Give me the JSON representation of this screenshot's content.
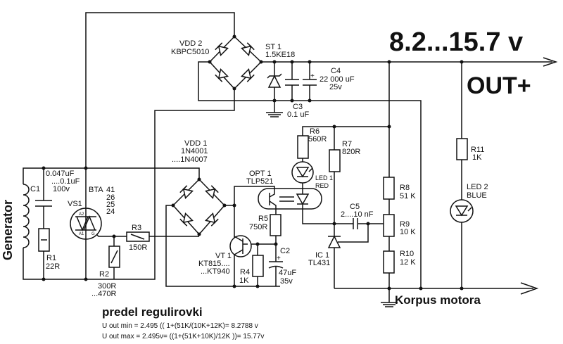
{
  "output": {
    "voltage_range": "8.2...15.7 v",
    "terminal": "OUT+"
  },
  "ground_label": "Korpus motora",
  "generator": "Generator",
  "components": {
    "C1": {
      "name": "C1",
      "value1": "0.047uF",
      "value2": "....0.1uF",
      "value3": "100v"
    },
    "R1": {
      "name": "R1",
      "value": "22R"
    },
    "VS1": {
      "name": "VS1",
      "type": "BTA",
      "variants": [
        "41",
        "26",
        "25",
        "24"
      ],
      "pin_a2": "A2",
      "pin_a1": "A1",
      "pin_g": "G"
    },
    "R2": {
      "name": "R2",
      "value1": "300R",
      "value2": "...470R"
    },
    "R3": {
      "name": "R3",
      "value": "150R"
    },
    "VDD2": {
      "name": "VDD 2",
      "value": "KBPC5010"
    },
    "ST1": {
      "name": "ST 1",
      "value": "1.5KE18"
    },
    "C3": {
      "name": "C3",
      "value": "0.1 uF"
    },
    "C4": {
      "name": "C4",
      "value1": "22 000 uF",
      "value2": "25v"
    },
    "VDD1": {
      "name": "VDD 1",
      "value1": "1N4001",
      "value2": "....1N4007"
    },
    "OPT1": {
      "name": "OPT 1",
      "value": "TLP521"
    },
    "R5": {
      "name": "R5",
      "value": "750R"
    },
    "VT1": {
      "name": "VT 1",
      "value1": "KT815....",
      "value2": "...KT940"
    },
    "R4": {
      "name": "R4",
      "value": "1K"
    },
    "C2": {
      "name": "C2",
      "value1": "47uF",
      "value2": "35v"
    },
    "R6": {
      "name": "R6",
      "value": "560R"
    },
    "LED1": {
      "name": "LED 1",
      "color": "RED"
    },
    "R7": {
      "name": "R7",
      "value": "820R"
    },
    "C5": {
      "name": "C5",
      "value": "2....10 nF"
    },
    "IC1": {
      "name": "IC 1",
      "value": "TL431"
    },
    "R8": {
      "name": "R8",
      "value": "51 K"
    },
    "R9": {
      "name": "R9",
      "value": "10 K"
    },
    "R10": {
      "name": "R10",
      "value": "12 K"
    },
    "R11": {
      "name": "R11",
      "value": "1K"
    },
    "LED2": {
      "name": "LED 2",
      "color": "BLUE"
    }
  },
  "notes": {
    "title": "predel regulirovki",
    "line1": "U out min = 2.495 (( 1+(51K/(10K+12K)= 8.2788 v",
    "line2": "U out max = 2.495v= ((1+(51K+10K)/12K ))= 15.77v"
  }
}
